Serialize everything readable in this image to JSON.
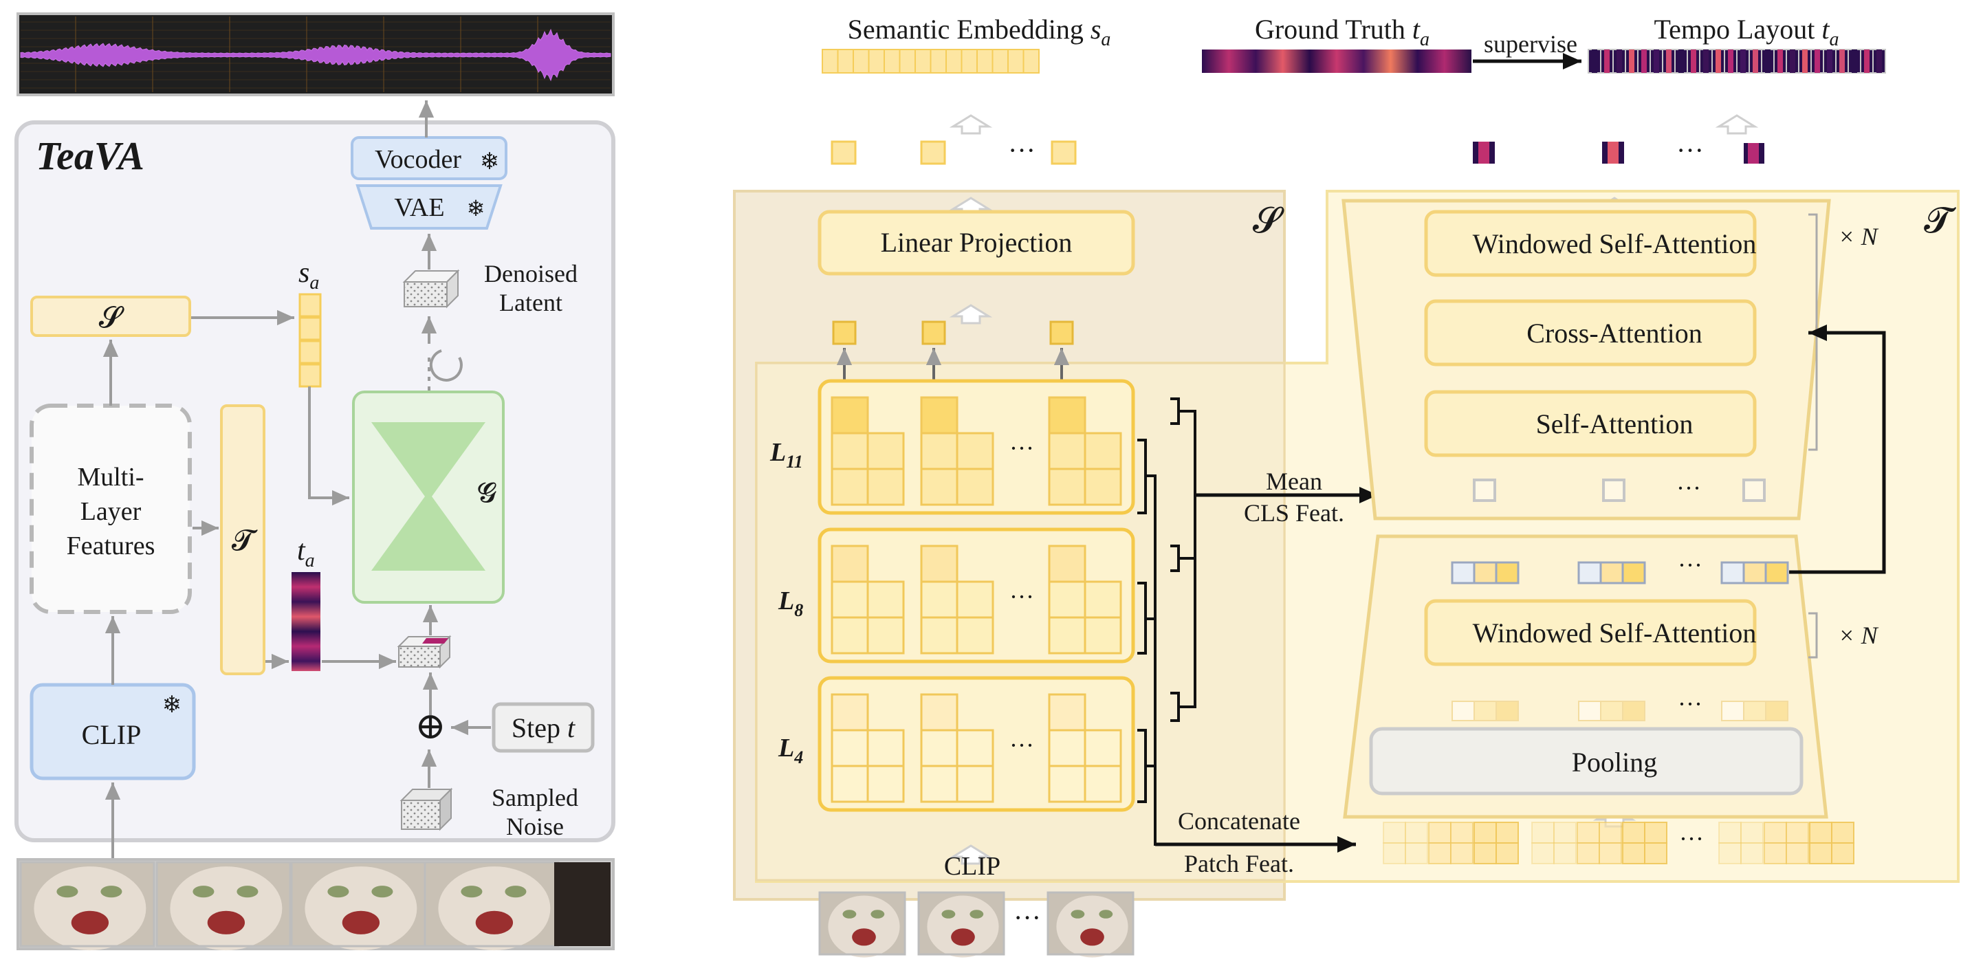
{
  "left": {
    "panel_title": "TeaVA",
    "vocoder_label": "Vocoder",
    "vae_label": "VAE",
    "denoised_line1": "Denoised",
    "denoised_line2": "Latent",
    "s_module": "𝓢",
    "sa_label": "s",
    "sa_sub": "a",
    "ta_label": "t",
    "ta_sub": "a",
    "mlf_line1": "Multi-",
    "mlf_line2": "Layer",
    "mlf_line3": "Features",
    "t_module": "𝓣",
    "g_module": "𝓖",
    "clip_label": "CLIP",
    "step_label": "Step",
    "step_var": "t",
    "noise_line1": "Sampled",
    "noise_line2": "Noise",
    "plus_symbol": "⊕"
  },
  "right": {
    "semantic_title": "Semantic Embedding",
    "semantic_var": "s",
    "semantic_sub": "a",
    "gt_title": "Ground Truth",
    "gt_var": "t",
    "gt_sub": "a",
    "supervise_label": "supervise",
    "tempo_title": "Tempo Layout",
    "tempo_var": "t",
    "tempo_sub": "a",
    "ellipsis": "···",
    "s_module": "𝓢",
    "t_module": "𝓣",
    "linear_projection": "Linear Projection",
    "layers": [
      {
        "letter": "L",
        "sub": "11"
      },
      {
        "letter": "L",
        "sub": "8"
      },
      {
        "letter": "L",
        "sub": "4"
      }
    ],
    "clip_label": "CLIP",
    "mean_line1": "Mean",
    "mean_line2": "CLS Feat.",
    "concat_line1": "Concatenate",
    "concat_line2": "Patch Feat.",
    "windowed_attn_top": "Windowed Self-Attention",
    "cross_attn": "Cross-Attention",
    "self_attn": "Self-Attention",
    "windowed_attn_bottom": "Windowed Self-Attention",
    "pooling": "Pooling",
    "repeat_top": "× N",
    "repeat_bottom": "× N"
  },
  "colors": {
    "accent_yellow": "#f5cd5a",
    "light_yellow": "#fdf1c6",
    "panel_gray": "#f3f3f8",
    "clip_blue": "#dce8f8",
    "g_green": "#e8f4e2",
    "ta_magenta": "#b0236e",
    "wave_purple": "#b65ad6"
  }
}
